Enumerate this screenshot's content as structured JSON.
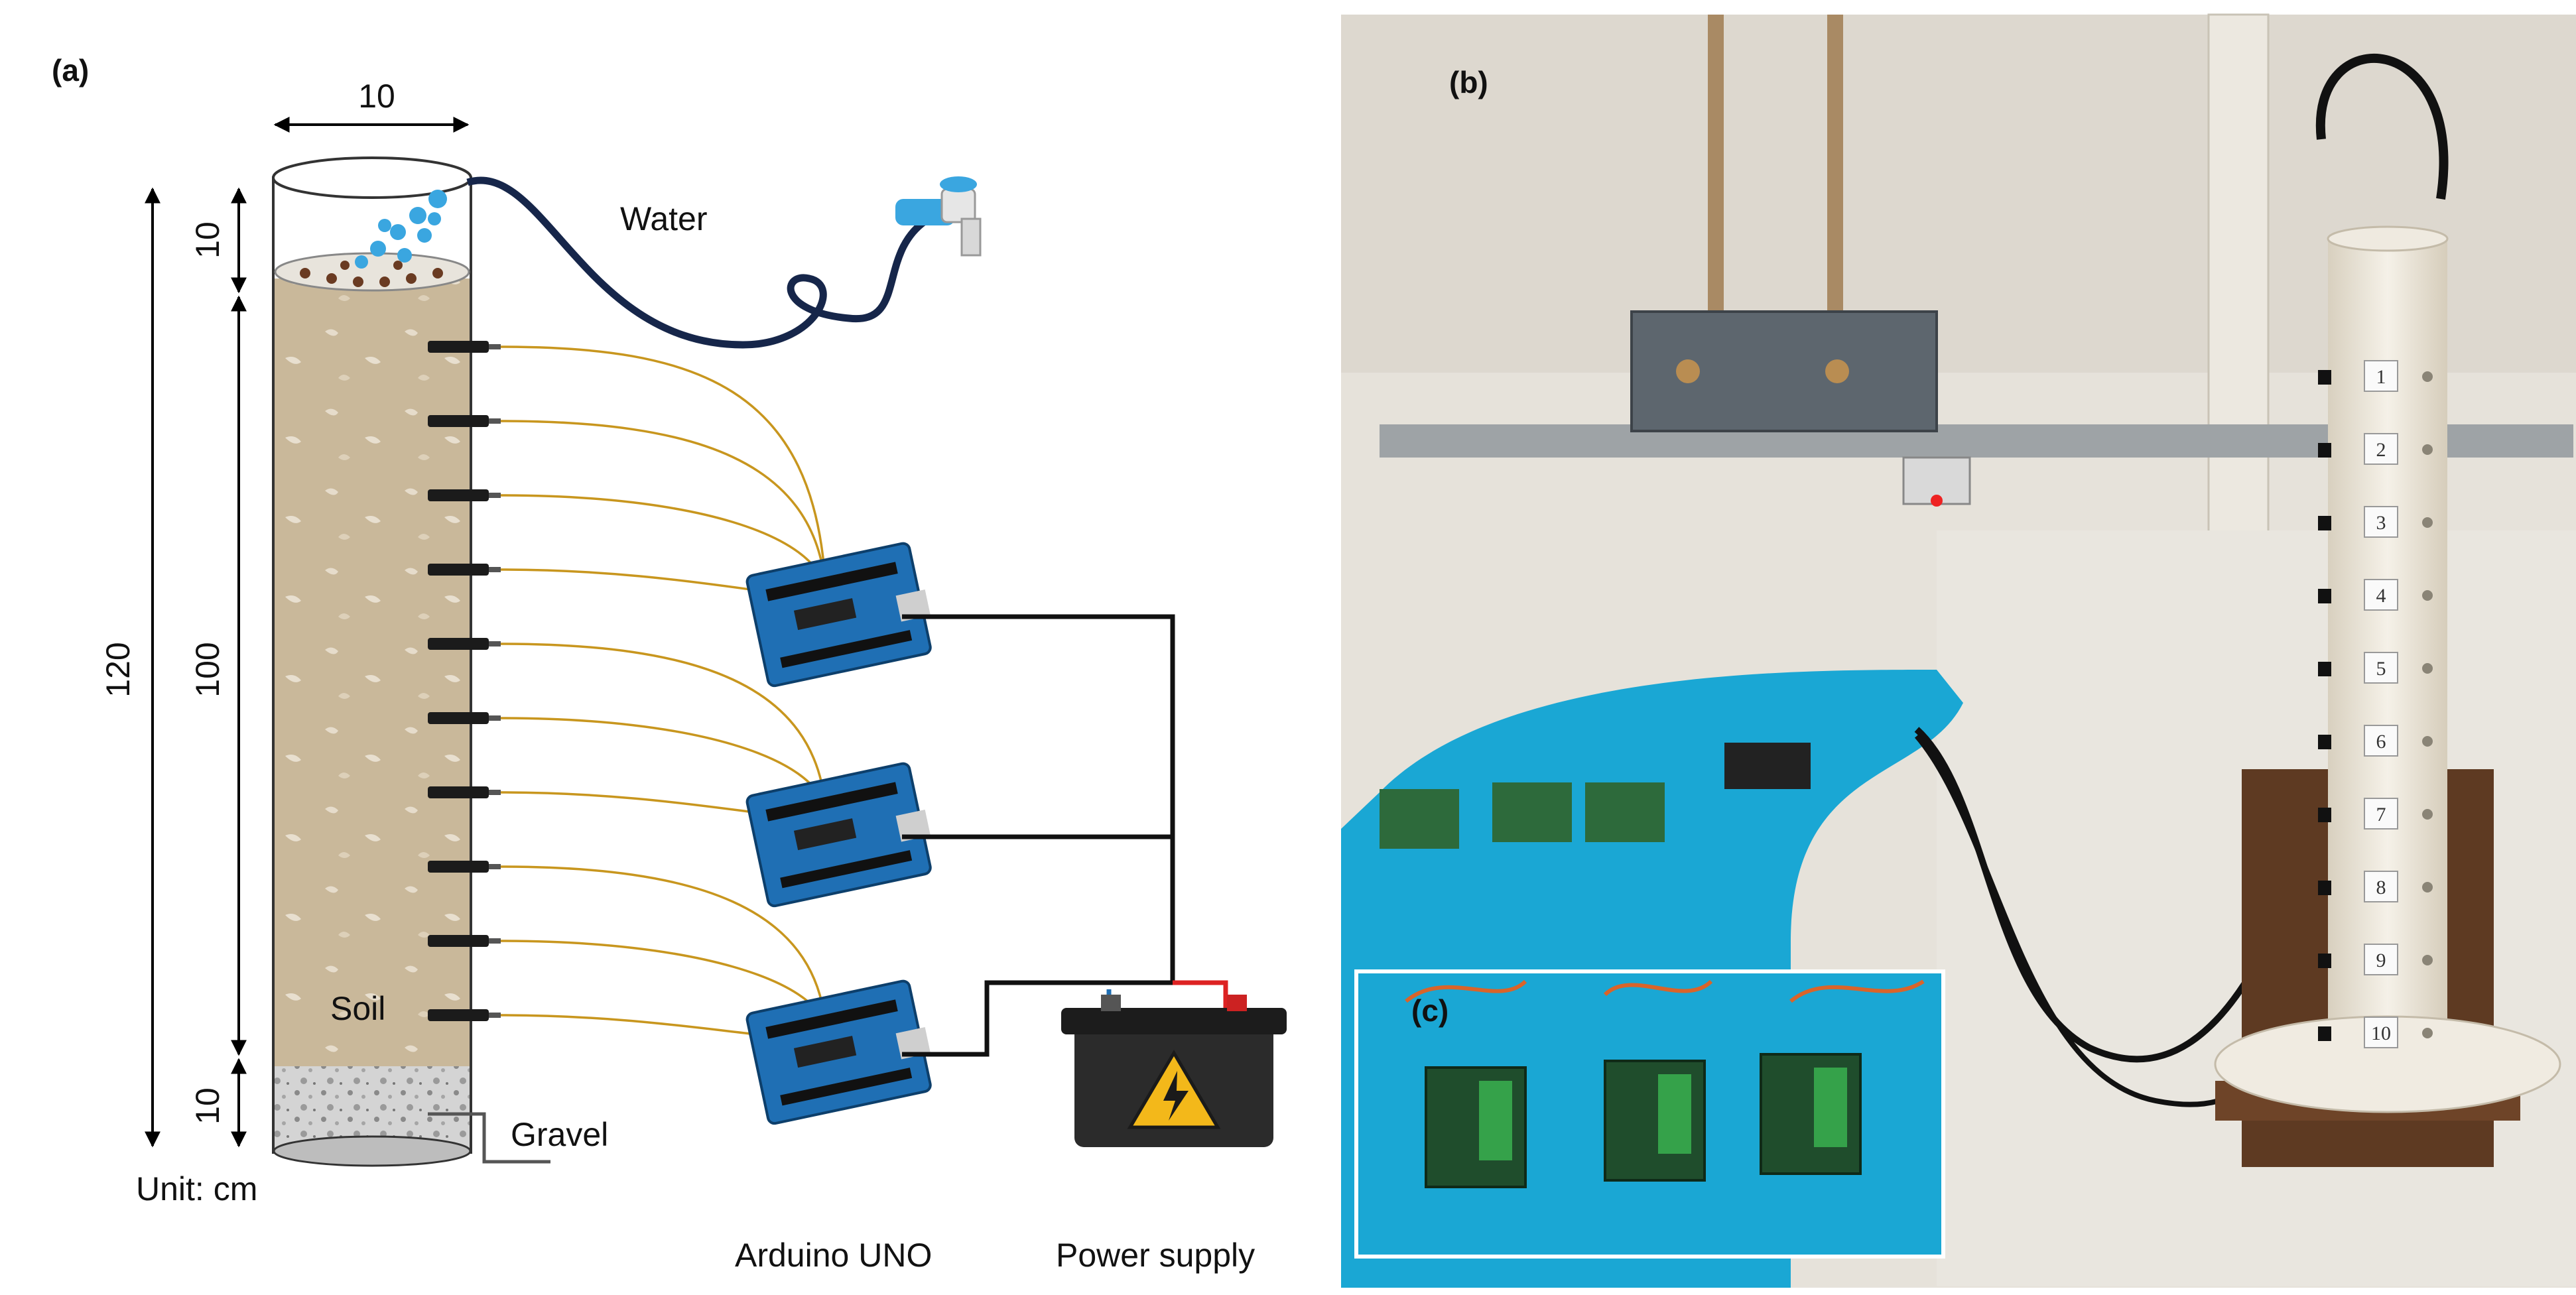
{
  "panel_labels": {
    "a": "(a)",
    "b": "(b)",
    "c": "(c)"
  },
  "dimensions": {
    "top_width": "10",
    "total_height": "120",
    "top_gap": "10",
    "soil_height": "100",
    "sensor_spacing_1": "10",
    "sensor_spacing_2": "10",
    "gravel_height": "10"
  },
  "labels": {
    "water": "Water",
    "soil": "Soil",
    "gravel": "Gravel",
    "unit": "Unit: cm",
    "arduino": "Arduino UNO",
    "power": "Power supply"
  },
  "sensor_numbers": [
    "1",
    "2",
    "3",
    "4",
    "5",
    "6",
    "7",
    "8",
    "9",
    "10"
  ],
  "colors": {
    "soil": "#c9b89a",
    "gravel": "#cfcfcf",
    "sensor_wire": "#c8961e",
    "arduino_board": "#1f6fb4",
    "battery": "#2b2b2b",
    "table": "#1aa7d4",
    "wall": "#e6e2da",
    "column": "#f1ece1",
    "water": "#3aa6e0",
    "hose": "#16264a"
  },
  "icons": {
    "faucet": "faucet-icon",
    "battery": "battery-icon",
    "arduino": "arduino-board-icon",
    "hazard": "high-voltage-icon"
  }
}
